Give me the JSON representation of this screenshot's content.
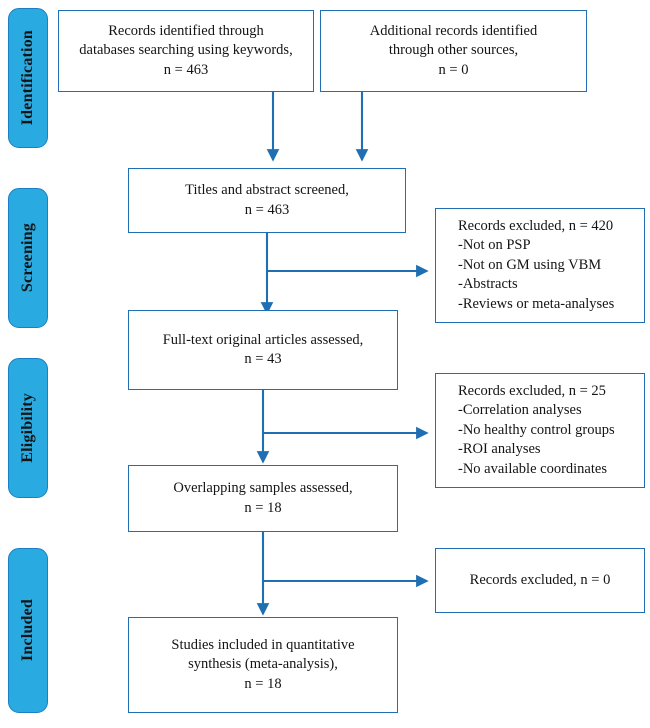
{
  "diagram": {
    "type": "prisma-flow-diagram",
    "title": "PRISMA study selection flow diagram",
    "accent_color": "#29ABE2",
    "box_border_color": "#1F6FB2",
    "arrow_color": "#1F6FB2",
    "background": "#ffffff"
  },
  "stages": [
    {
      "id": "identification",
      "label": "Identification"
    },
    {
      "id": "screening",
      "label": "Screening"
    },
    {
      "id": "eligibility",
      "label": "Eligibility"
    },
    {
      "id": "included",
      "label": "Included"
    }
  ],
  "boxes": {
    "records_databases": {
      "text": "Records identified through\ndatabases searching using keywords,\nn = 463",
      "n": 463
    },
    "records_other_sources": {
      "text": "Additional records identified\nthrough other sources,\nn = 0",
      "n": 0
    },
    "titles_screened": {
      "text": "Titles and abstract screened,\nn = 463",
      "n": 463
    },
    "excluded_screening": {
      "text": "Records excluded, n = 420\n-Not on PSP\n-Not on GM using VBM\n-Abstracts\n-Reviews or meta-analyses",
      "n": 420,
      "reasons": [
        "-Not on PSP",
        "-Not on GM using VBM",
        "-Abstracts",
        "-Reviews or meta-analyses"
      ]
    },
    "fulltext_assessed": {
      "text": "Full-text original articles assessed,\nn = 43",
      "n": 43
    },
    "excluded_eligibility": {
      "text": "Records excluded, n = 25\n-Correlation analyses\n-No healthy control groups\n-ROI analyses\n-No available coordinates",
      "n": 25,
      "reasons": [
        "-Correlation analyses",
        "-No healthy control groups",
        "-ROI analyses",
        "-No available coordinates"
      ]
    },
    "overlapping_assessed": {
      "text": "Overlapping samples assessed,\nn = 18",
      "n": 18
    },
    "excluded_overlap": {
      "text": "Records excluded, n = 0",
      "n": 0
    },
    "included_synthesis": {
      "text": "Studies included in quantitative\nsynthesis (meta-analysis),\nn = 18",
      "n": 18
    }
  }
}
